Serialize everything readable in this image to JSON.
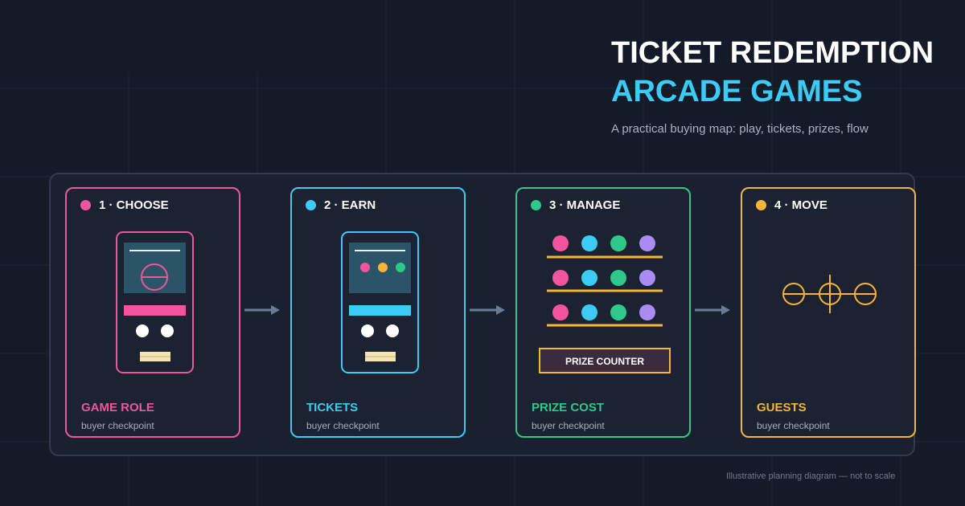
{
  "header": {
    "title_line1": "TICKET REDEMPTION",
    "title_line2": "ARCADE GAMES",
    "subtitle": "A practical buying map: play, tickets, prizes, flow"
  },
  "colors": {
    "background": "#141a28",
    "accent_title": "#3ccbf4",
    "pink": "#f2559e",
    "cyan": "#3ccbf4",
    "green": "#2ec98a",
    "orange": "#f8b436",
    "purple": "#a98bf3",
    "arrow": "#6b7b95"
  },
  "steps": [
    {
      "title": "1 · CHOOSE",
      "label": "GAME ROLE",
      "caption": "buyer checkpoint",
      "color": "#f2559e",
      "icon": "arcade-cabinet-icon"
    },
    {
      "title": "2 · EARN",
      "label": "TICKETS",
      "caption": "buyer checkpoint",
      "color": "#3ccbf4",
      "icon": "ticket-cabinet-icon"
    },
    {
      "title": "3 · MANAGE",
      "label": "PRIZE COST",
      "caption": "buyer checkpoint",
      "color": "#2ec98a",
      "icon": "prize-shelves-icon"
    },
    {
      "title": "4 · MOVE",
      "label": "GUESTS",
      "caption": "buyer checkpoint",
      "color": "#f8b436",
      "icon": "guest-flow-icon"
    }
  ],
  "prize_counter_label": "PRIZE COUNTER",
  "footnote": "Illustrative planning diagram — not to scale"
}
